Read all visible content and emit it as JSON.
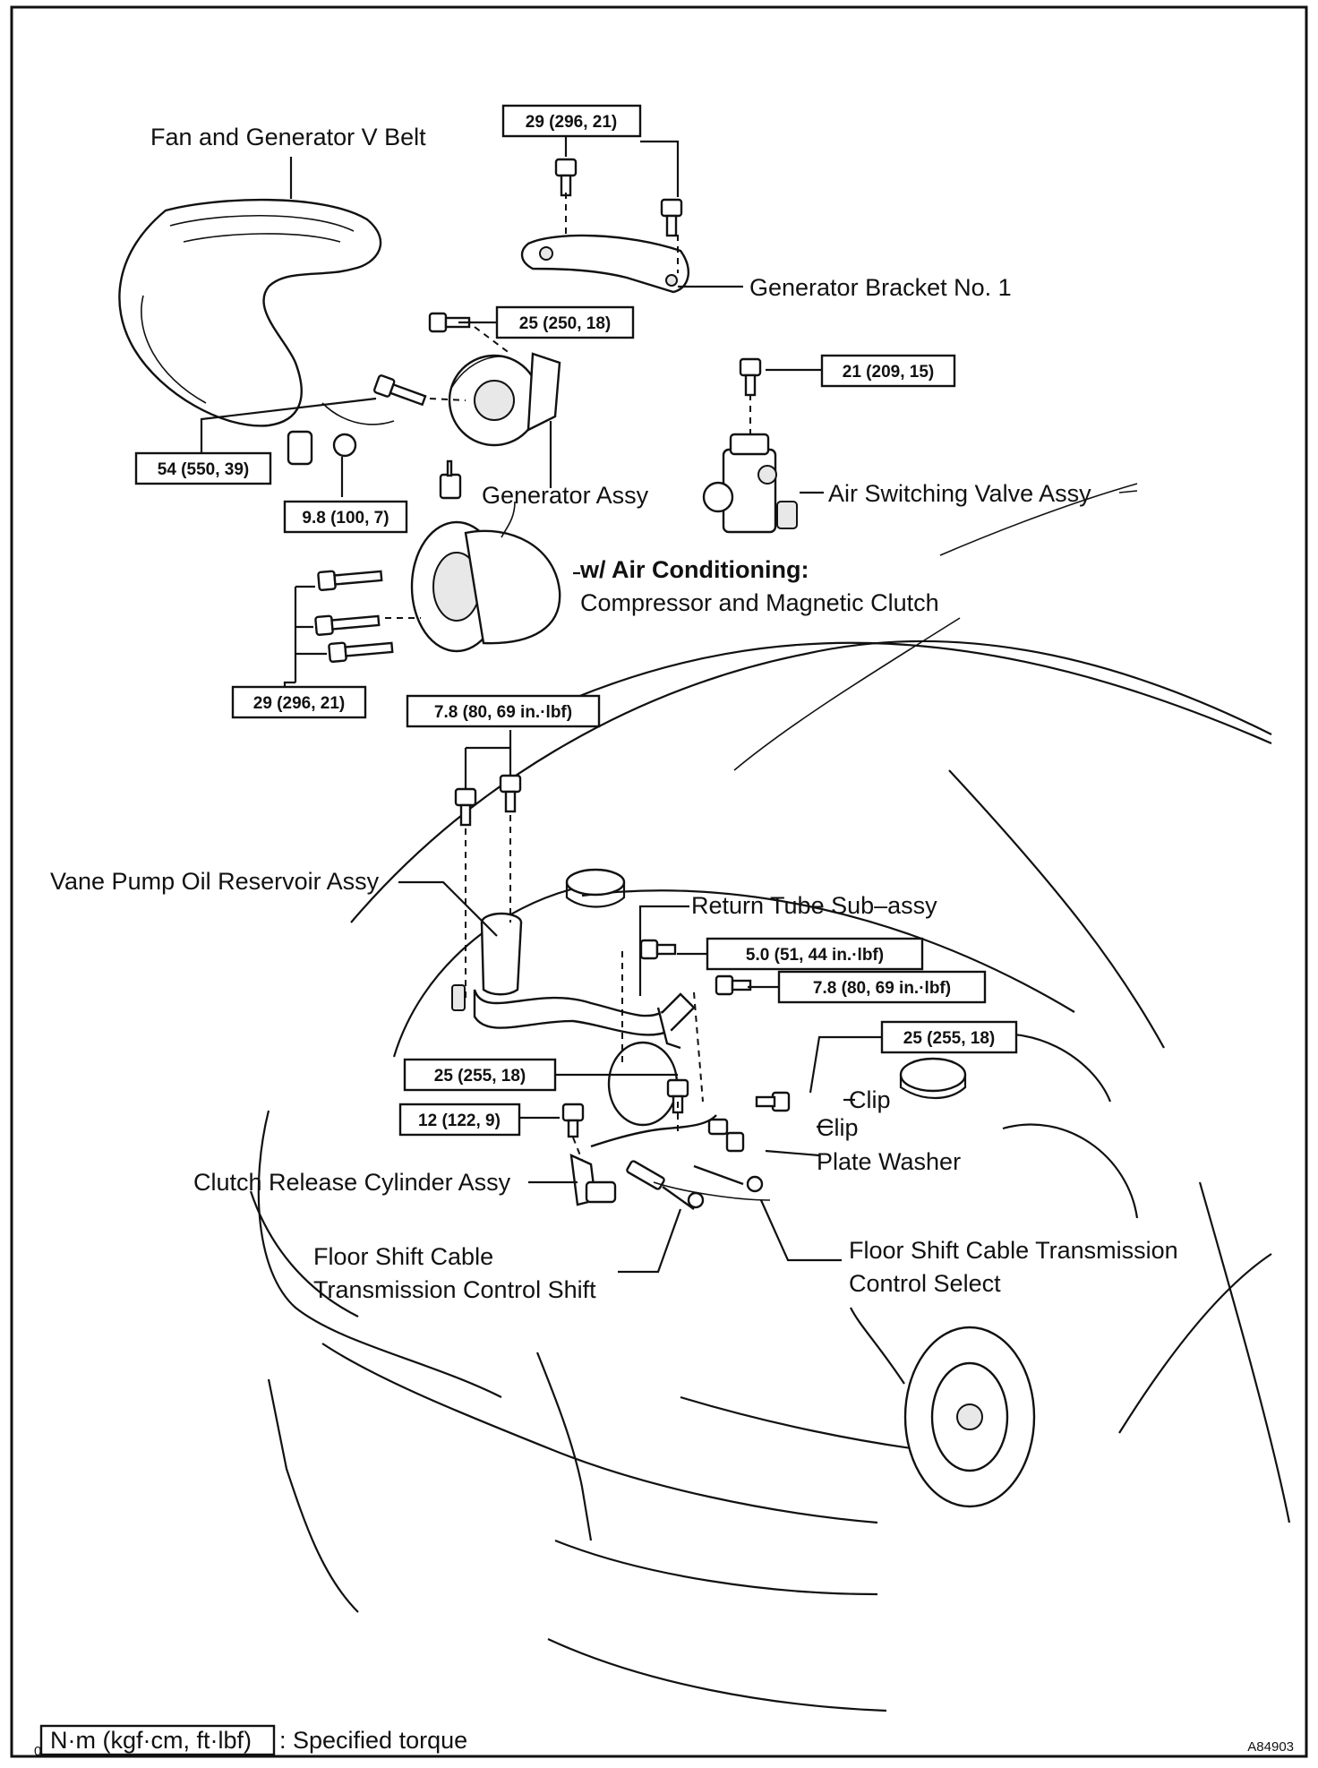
{
  "labels": {
    "fan_belt": "Fan and Generator V Belt",
    "generator_bracket": "Generator Bracket No. 1",
    "generator_assy": "Generator Assy",
    "air_switching_valve": "Air Switching Valve Assy",
    "ac_heading": "w/ Air Conditioning:",
    "compressor": "Compressor and Magnetic Clutch",
    "vane_pump": "Vane Pump Oil Reservoir Assy",
    "return_tube": "Return Tube Sub–assy",
    "clip_1": "Clip",
    "clip_2": "Clip",
    "plate_washer": "Plate Washer",
    "clutch_release": "Clutch Release Cylinder Assy",
    "shift_cable_line1": "Floor Shift Cable",
    "shift_cable_line2": "Transmission Control Shift",
    "select_cable_line1": "Floor Shift Cable Transmission",
    "select_cable_line2": "Control Select"
  },
  "torques": {
    "bracket": "29 (296, 21)",
    "gen_upper": "25 (250, 18)",
    "valve": "21 (209, 15)",
    "gen_lower": "54 (550, 39)",
    "gen_terminal": "9.8 (100, 7)",
    "compressor": "29 (296, 21)",
    "reservoir": "7.8 (80, 69 in.·lbf)",
    "return_tube_1": "5.0 (51, 44 in.·lbf)",
    "return_tube_2": "7.8 (80, 69 in.·lbf)",
    "clip_bolt": "25 (255, 18)",
    "cylinder_1": "25 (255, 18)",
    "cylinder_2": "12 (122, 9)"
  },
  "legend": {
    "unit_box": "N·m (kgf·cm, ft·lbf)",
    "description": ": Specified torque",
    "corner_mark": "0"
  },
  "figure_code": "A84903"
}
